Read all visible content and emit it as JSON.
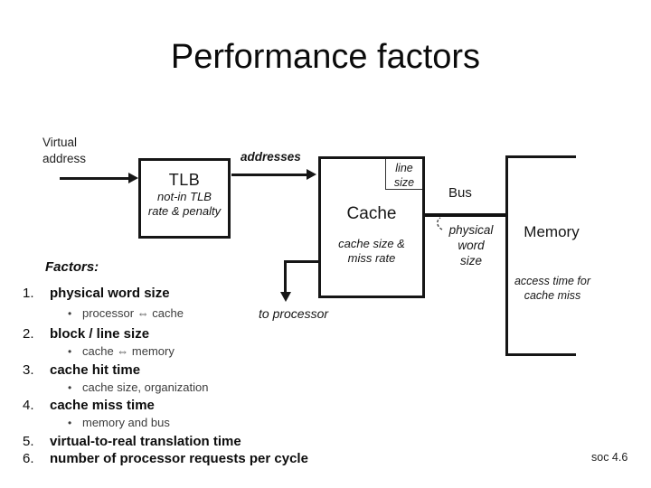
{
  "title": "Performance factors",
  "footer": "soc 4.6",
  "diagram": {
    "virtual_address_lines": [
      "Virtual",
      "address"
    ],
    "tlb": {
      "title": "TLB",
      "lines": [
        "not-in TLB",
        "rate & penalty"
      ]
    },
    "addresses_label": "addresses",
    "cache": {
      "title": "Cache",
      "lines": [
        "cache size &",
        "miss rate"
      ],
      "corner_lines": [
        "line",
        "size"
      ]
    },
    "bus": {
      "label": "Bus",
      "note_lines": [
        "physical",
        "word",
        "size"
      ]
    },
    "memory": {
      "title": "Memory",
      "lines": [
        "access time for",
        "cache miss"
      ]
    },
    "to_processor_label": "to processor"
  },
  "factors": {
    "heading": "Factors:",
    "bullet_glyph": "•",
    "items": [
      {
        "num": "1.",
        "title": "physical word size",
        "detail": "processor ⇔ cache"
      },
      {
        "num": "2.",
        "title": "block / line size",
        "detail": "cache ⇔ memory"
      },
      {
        "num": "3.",
        "title": "cache hit time",
        "detail": "cache size, organization"
      },
      {
        "num": "4.",
        "title": "cache miss time",
        "detail": "memory and bus"
      },
      {
        "num": "5.",
        "title": "virtual-to-real translation time"
      },
      {
        "num": "6.",
        "title": "number of processor requests per cycle"
      }
    ]
  }
}
